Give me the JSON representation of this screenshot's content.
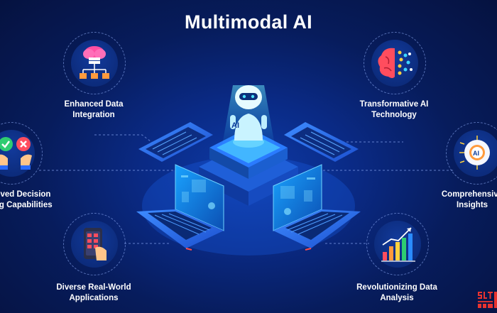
{
  "title": "Multimodal AI",
  "center_badge": "AI",
  "features": [
    {
      "line1": "Enhanced Data",
      "line2": "Integration",
      "icon": "cloud-database-icon"
    },
    {
      "line1": "Transformative AI",
      "line2": "Technology",
      "icon": "brain-network-icon"
    },
    {
      "line1": "Improved Decision",
      "line2": "Making Capabilities",
      "icon": "decision-hands-icon"
    },
    {
      "line1": "Comprehensive",
      "line2": "Insights",
      "icon": "ai-chip-head-icon"
    },
    {
      "line1": "Diverse Real-World",
      "line2": "Applications",
      "icon": "smartphone-app-icon"
    },
    {
      "line1": "Revolutionizing Data",
      "line2": "Analysis",
      "icon": "bar-chart-growth-icon"
    }
  ],
  "brand": {
    "text": "SLT",
    "color": "#e8332f"
  },
  "colors": {
    "background": "#0a2a85",
    "accent": "#29c7ff",
    "label": "#ffffff"
  }
}
